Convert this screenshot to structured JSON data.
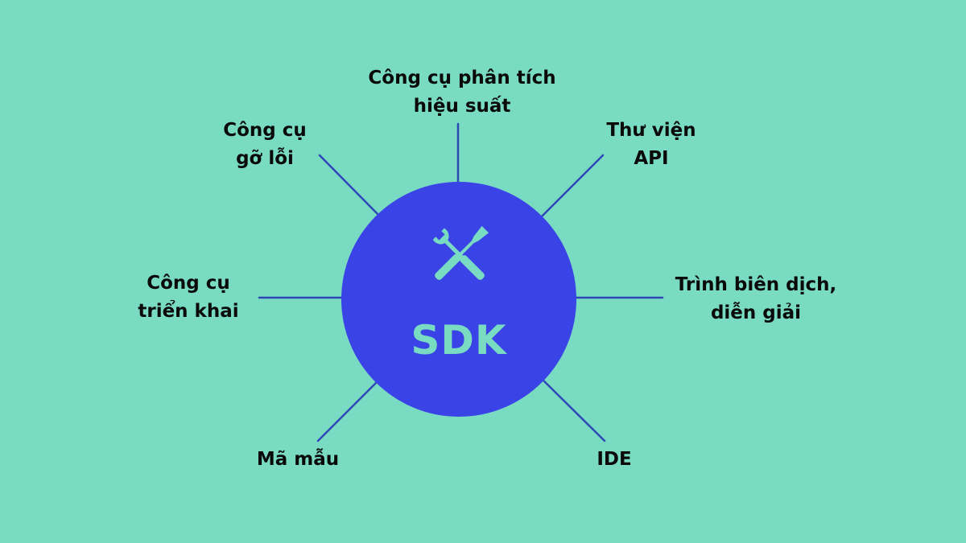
{
  "diagram": {
    "type": "hub-and-spoke",
    "colors": {
      "background": "#79DBC2",
      "hub_fill": "#3A44E6",
      "hub_text": "#79DBC2",
      "connector": "#2E48B8",
      "label_text": "#0A0A0A"
    },
    "hub": {
      "label": "SDK",
      "icon": "tools-icon (crossed screwdriver and wrench)"
    },
    "nodes": [
      {
        "id": "performance-tools",
        "position": "top",
        "lines": [
          "Công cụ phân tích",
          "hiệu suất"
        ]
      },
      {
        "id": "api-library",
        "position": "top-right",
        "lines": [
          "Thư viện",
          "API"
        ]
      },
      {
        "id": "compiler-interpreter",
        "position": "right",
        "lines": [
          "Trình biên dịch,",
          "diễn giải"
        ]
      },
      {
        "id": "ide",
        "position": "bottom-right",
        "lines": [
          "IDE"
        ]
      },
      {
        "id": "sample-code",
        "position": "bottom-left",
        "lines": [
          "Mã mẫu"
        ]
      },
      {
        "id": "deployment-tools",
        "position": "left",
        "lines": [
          "Công cụ",
          "triển khai"
        ]
      },
      {
        "id": "debug-tools",
        "position": "top-left",
        "lines": [
          "Công cụ",
          "gỡ lỗi"
        ]
      }
    ]
  }
}
